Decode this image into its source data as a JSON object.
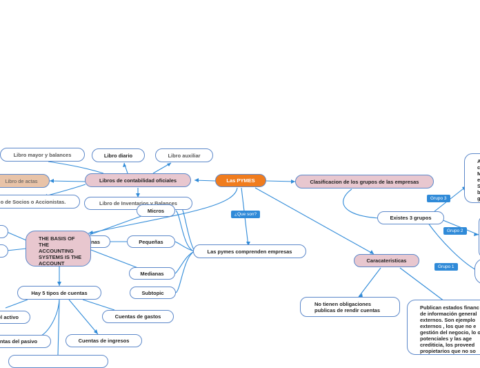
{
  "colors": {
    "line": "#2f8ad8",
    "border": "#5b87c9",
    "root": "#f07c1e",
    "pink": "#e8c7cf",
    "tan": "#e8c3a8",
    "tag": "#2f8ad8"
  },
  "root": "Las PYMES",
  "nodes": {
    "libro_mayor": "Libro mayor y balances",
    "libro_diario": "Libro diario",
    "libro_auxiliar": "Libro auxiliar",
    "libro_actas": "Libro de actas",
    "libros_contabilidad": "Libros de contabilidad oficiales",
    "libro_socios": "o de Socios o Accionistas.",
    "libro_inventarios": "Libro de Inventarios y Balances",
    "micros": "Micros",
    "basis": "THE BASIS OF THE ACCOUNTING SYSTEMS IS THE ACCOUNT",
    "nas": "nas",
    "pequenas": "Pequeñas",
    "medianas": "Medianas",
    "subtopic": "Subtopic",
    "comprenden": "Las pymes comprenden empresas",
    "hay5": "Hay 5 tipos de cuentas",
    "activo": "el activo",
    "gastos": "Cuentas de gastos",
    "pasivo": "ntas del pasivo",
    "ingresos": "Cuentas de ingresos",
    "clasificacion": "Clasificacion de los grupos de las empresas",
    "existen": "Existes 3 grupos",
    "caracteristicas": "Caracateristicas",
    "no_tienen": "No tienen obligaciones publicas de rendir cuentas",
    "publican": "Publican estados financ de información general externos. Son ejemplo externos , los que no e gestión del negocio, lo o potenciales y las age crediticia, los proveed propietarios que no so",
    "grupo3_text": "A c M e S b g"
  },
  "tags": {
    "que_son": "¿Que son?",
    "grupo3": "Grupo 3",
    "grupo2": "Grupo 2",
    "grupo1": "Grupo 1"
  }
}
